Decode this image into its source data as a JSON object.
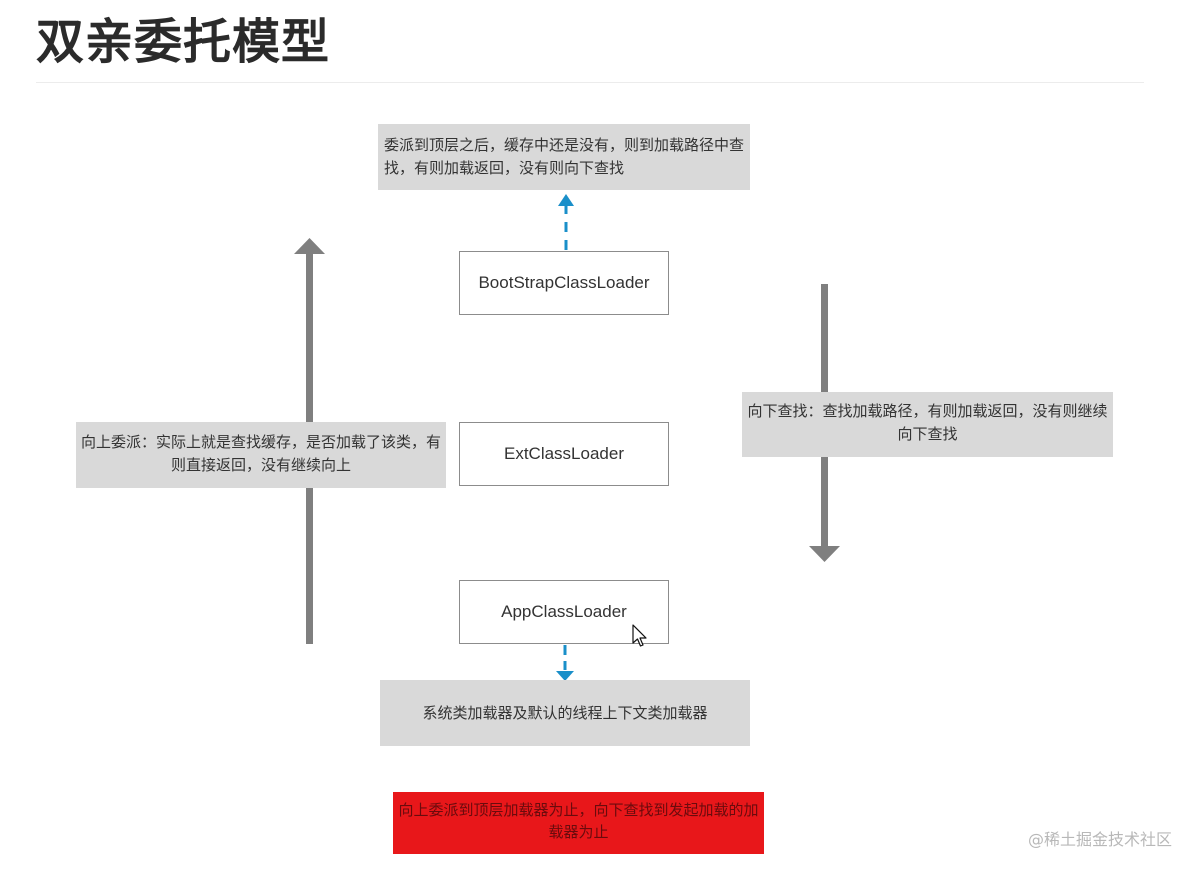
{
  "title": "双亲委托模型",
  "loaders": {
    "boot": "BootStrapClassLoader",
    "ext": "ExtClassLoader",
    "app": "AppClassLoader"
  },
  "notes": {
    "top": "委派到顶层之后，缓存中还是没有，则到加载路径中查找，有则加载返回，没有则向下查找",
    "left": "向上委派：实际上就是查找缓存，是否加载了该类，有则直接返回，没有继续向上",
    "right": "向下查找：查找加载路径，有则加载返回，没有则继续向下查找",
    "bottom": "系统类加载器及默认的线程上下文类加载器"
  },
  "summary": "向上委派到顶层加载器为止，向下查找到发起加载的加载器为止",
  "watermark": "@稀土掘金技术社区",
  "colors": {
    "note_bg": "#d9d9d9",
    "arrow_gray": "#7f7f7f",
    "arrow_blue": "#1a8fc9",
    "summary_bg": "#e8171a"
  },
  "icons": {
    "up_arrow": "arrow-up-icon",
    "down_arrow": "arrow-down-icon",
    "cursor": "mouse-cursor-icon"
  }
}
